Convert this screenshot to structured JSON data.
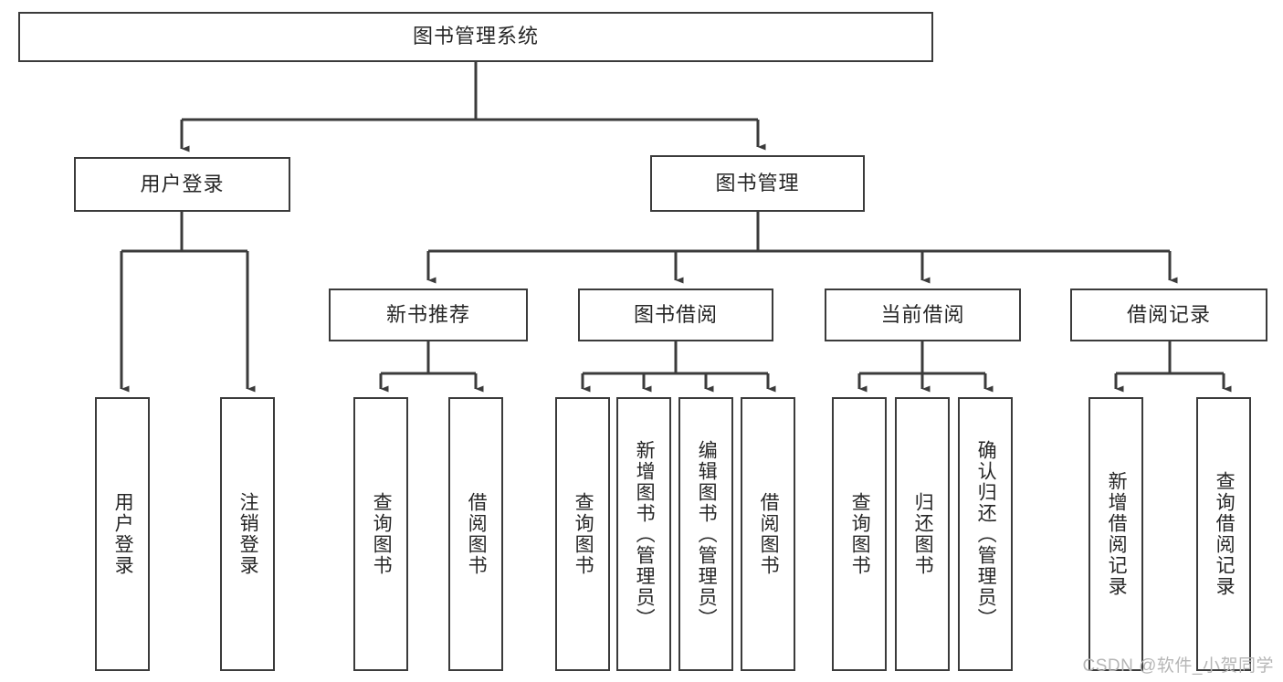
{
  "diagram": {
    "title": "图书管理系统",
    "type": "tree-hierarchy-diagram",
    "colors": {
      "background": "#ffffff",
      "box_border": "#3b3b3b",
      "box_fill": "#ffffff",
      "text": "#262626",
      "connector": "#3b3b3b",
      "watermark": "#b6b6b6"
    },
    "root": {
      "label": "图书管理系统"
    },
    "level2": [
      {
        "id": "user-login",
        "label": "用户登录"
      },
      {
        "id": "book-management",
        "label": "图书管理"
      }
    ],
    "level3": [
      {
        "id": "new-book-recommend",
        "label": "新书推荐"
      },
      {
        "id": "book-borrow",
        "label": "图书借阅"
      },
      {
        "id": "current-borrow",
        "label": "当前借阅"
      },
      {
        "id": "borrow-record",
        "label": "借阅记录"
      }
    ],
    "leaves": {
      "user_login": [
        {
          "id": "leaf-user-login",
          "label": "用户登录"
        },
        {
          "id": "leaf-user-logout",
          "label": "注销登录"
        }
      ],
      "new_book_recommend": [
        {
          "id": "leaf-query-book-1",
          "label": "查询图书"
        },
        {
          "id": "leaf-borrow-book-1",
          "label": "借阅图书"
        }
      ],
      "book_borrow": [
        {
          "id": "leaf-query-book-2",
          "label": "查询图书"
        },
        {
          "id": "leaf-add-book",
          "label": "新增图书（管理员）"
        },
        {
          "id": "leaf-edit-book",
          "label": "编辑图书（管理员）"
        },
        {
          "id": "leaf-borrow-book-2",
          "label": "借阅图书"
        }
      ],
      "current_borrow": [
        {
          "id": "leaf-query-book-3",
          "label": "查询图书"
        },
        {
          "id": "leaf-return-book",
          "label": "归还图书"
        },
        {
          "id": "leaf-confirm-return",
          "label": "确认归还（管理员）"
        }
      ],
      "borrow_record": [
        {
          "id": "leaf-add-record",
          "label": "新增借阅记录"
        },
        {
          "id": "leaf-query-record",
          "label": "查询借阅记录"
        }
      ]
    }
  },
  "watermark": {
    "text": "CSDN @软件_小贺同学"
  }
}
